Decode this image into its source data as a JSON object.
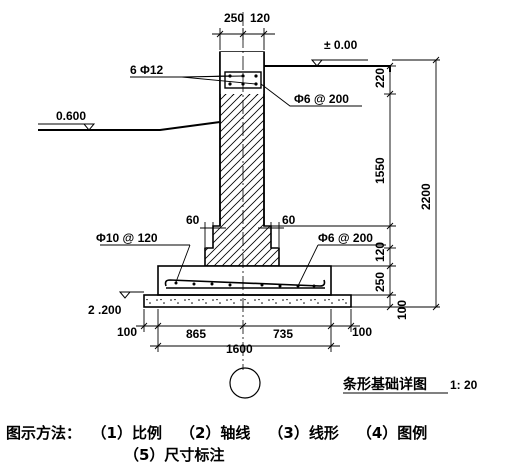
{
  "drawing": {
    "title": "条形基础详图",
    "scale": "1: 20",
    "elevation_top": "± 0.00",
    "elevation_ground": "0.600",
    "elevation_base": "2 .200",
    "rebar_top": "6 Φ12",
    "stirrup_beam": "Φ6 @ 200",
    "rebar_base_cross": "Φ10 @ 120",
    "rebar_base_long": "Φ6 @ 200",
    "dims": {
      "wall_left": "250",
      "wall_right": "120",
      "beam_depth": "220",
      "wall_height": "1550",
      "total_height": "2200",
      "step_width_left": "60",
      "step_width_right": "60",
      "step_height": "120",
      "footing_height": "250",
      "cushion_height": "100",
      "cushion_left": "100",
      "cushion_right": "100",
      "footing_left": "865",
      "footing_right": "735",
      "footing_total": "1600"
    }
  },
  "caption": {
    "prefix": "图示方法：",
    "items": [
      "（1）比例",
      "（2）轴线",
      "（3）线形",
      "（4）图例",
      "（5）尺寸标注"
    ]
  }
}
